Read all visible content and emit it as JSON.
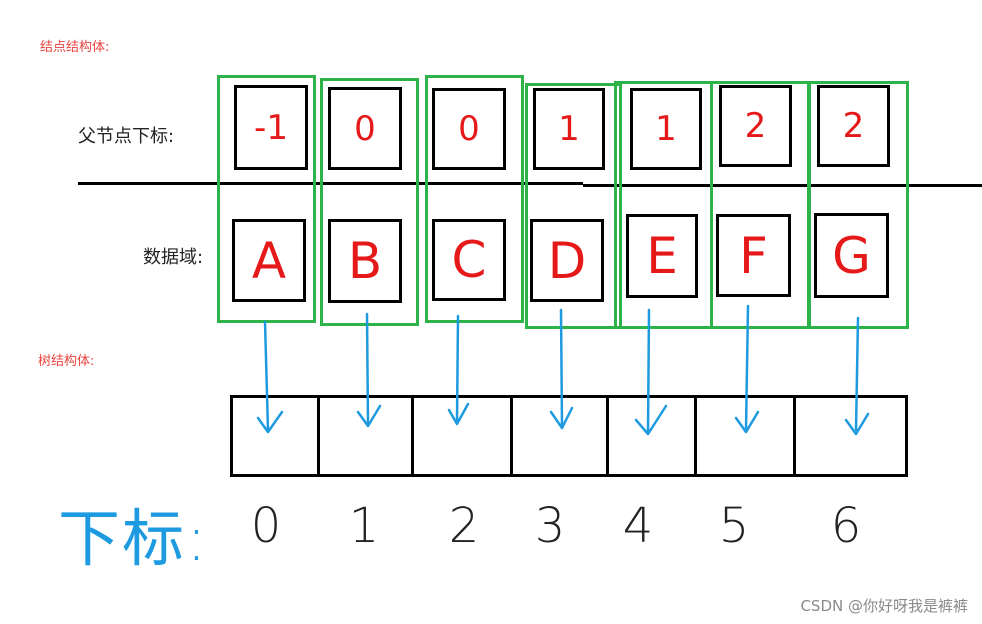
{
  "labels": {
    "node_struct": "结点结构体:",
    "parent_index": "父节点下标:",
    "data_field": "数据域:",
    "tree_struct": "树结构体:",
    "index_title": "下标:"
  },
  "nodes": [
    {
      "parent": "-1",
      "data": "A"
    },
    {
      "parent": "0",
      "data": "B"
    },
    {
      "parent": "0",
      "data": "C"
    },
    {
      "parent": "1",
      "data": "D"
    },
    {
      "parent": "1",
      "data": "E"
    },
    {
      "parent": "2",
      "data": "F"
    },
    {
      "parent": "2",
      "data": "G"
    }
  ],
  "indices": [
    "0",
    "1",
    "2",
    "3",
    "4",
    "5",
    "6"
  ],
  "watermark": "CSDN @你好呀我是裤裤",
  "colors": {
    "handwriting_red": "#e5191a",
    "group_green": "#2db34a",
    "arrow_blue": "#1e9be0",
    "label_red": "#e8433f"
  }
}
